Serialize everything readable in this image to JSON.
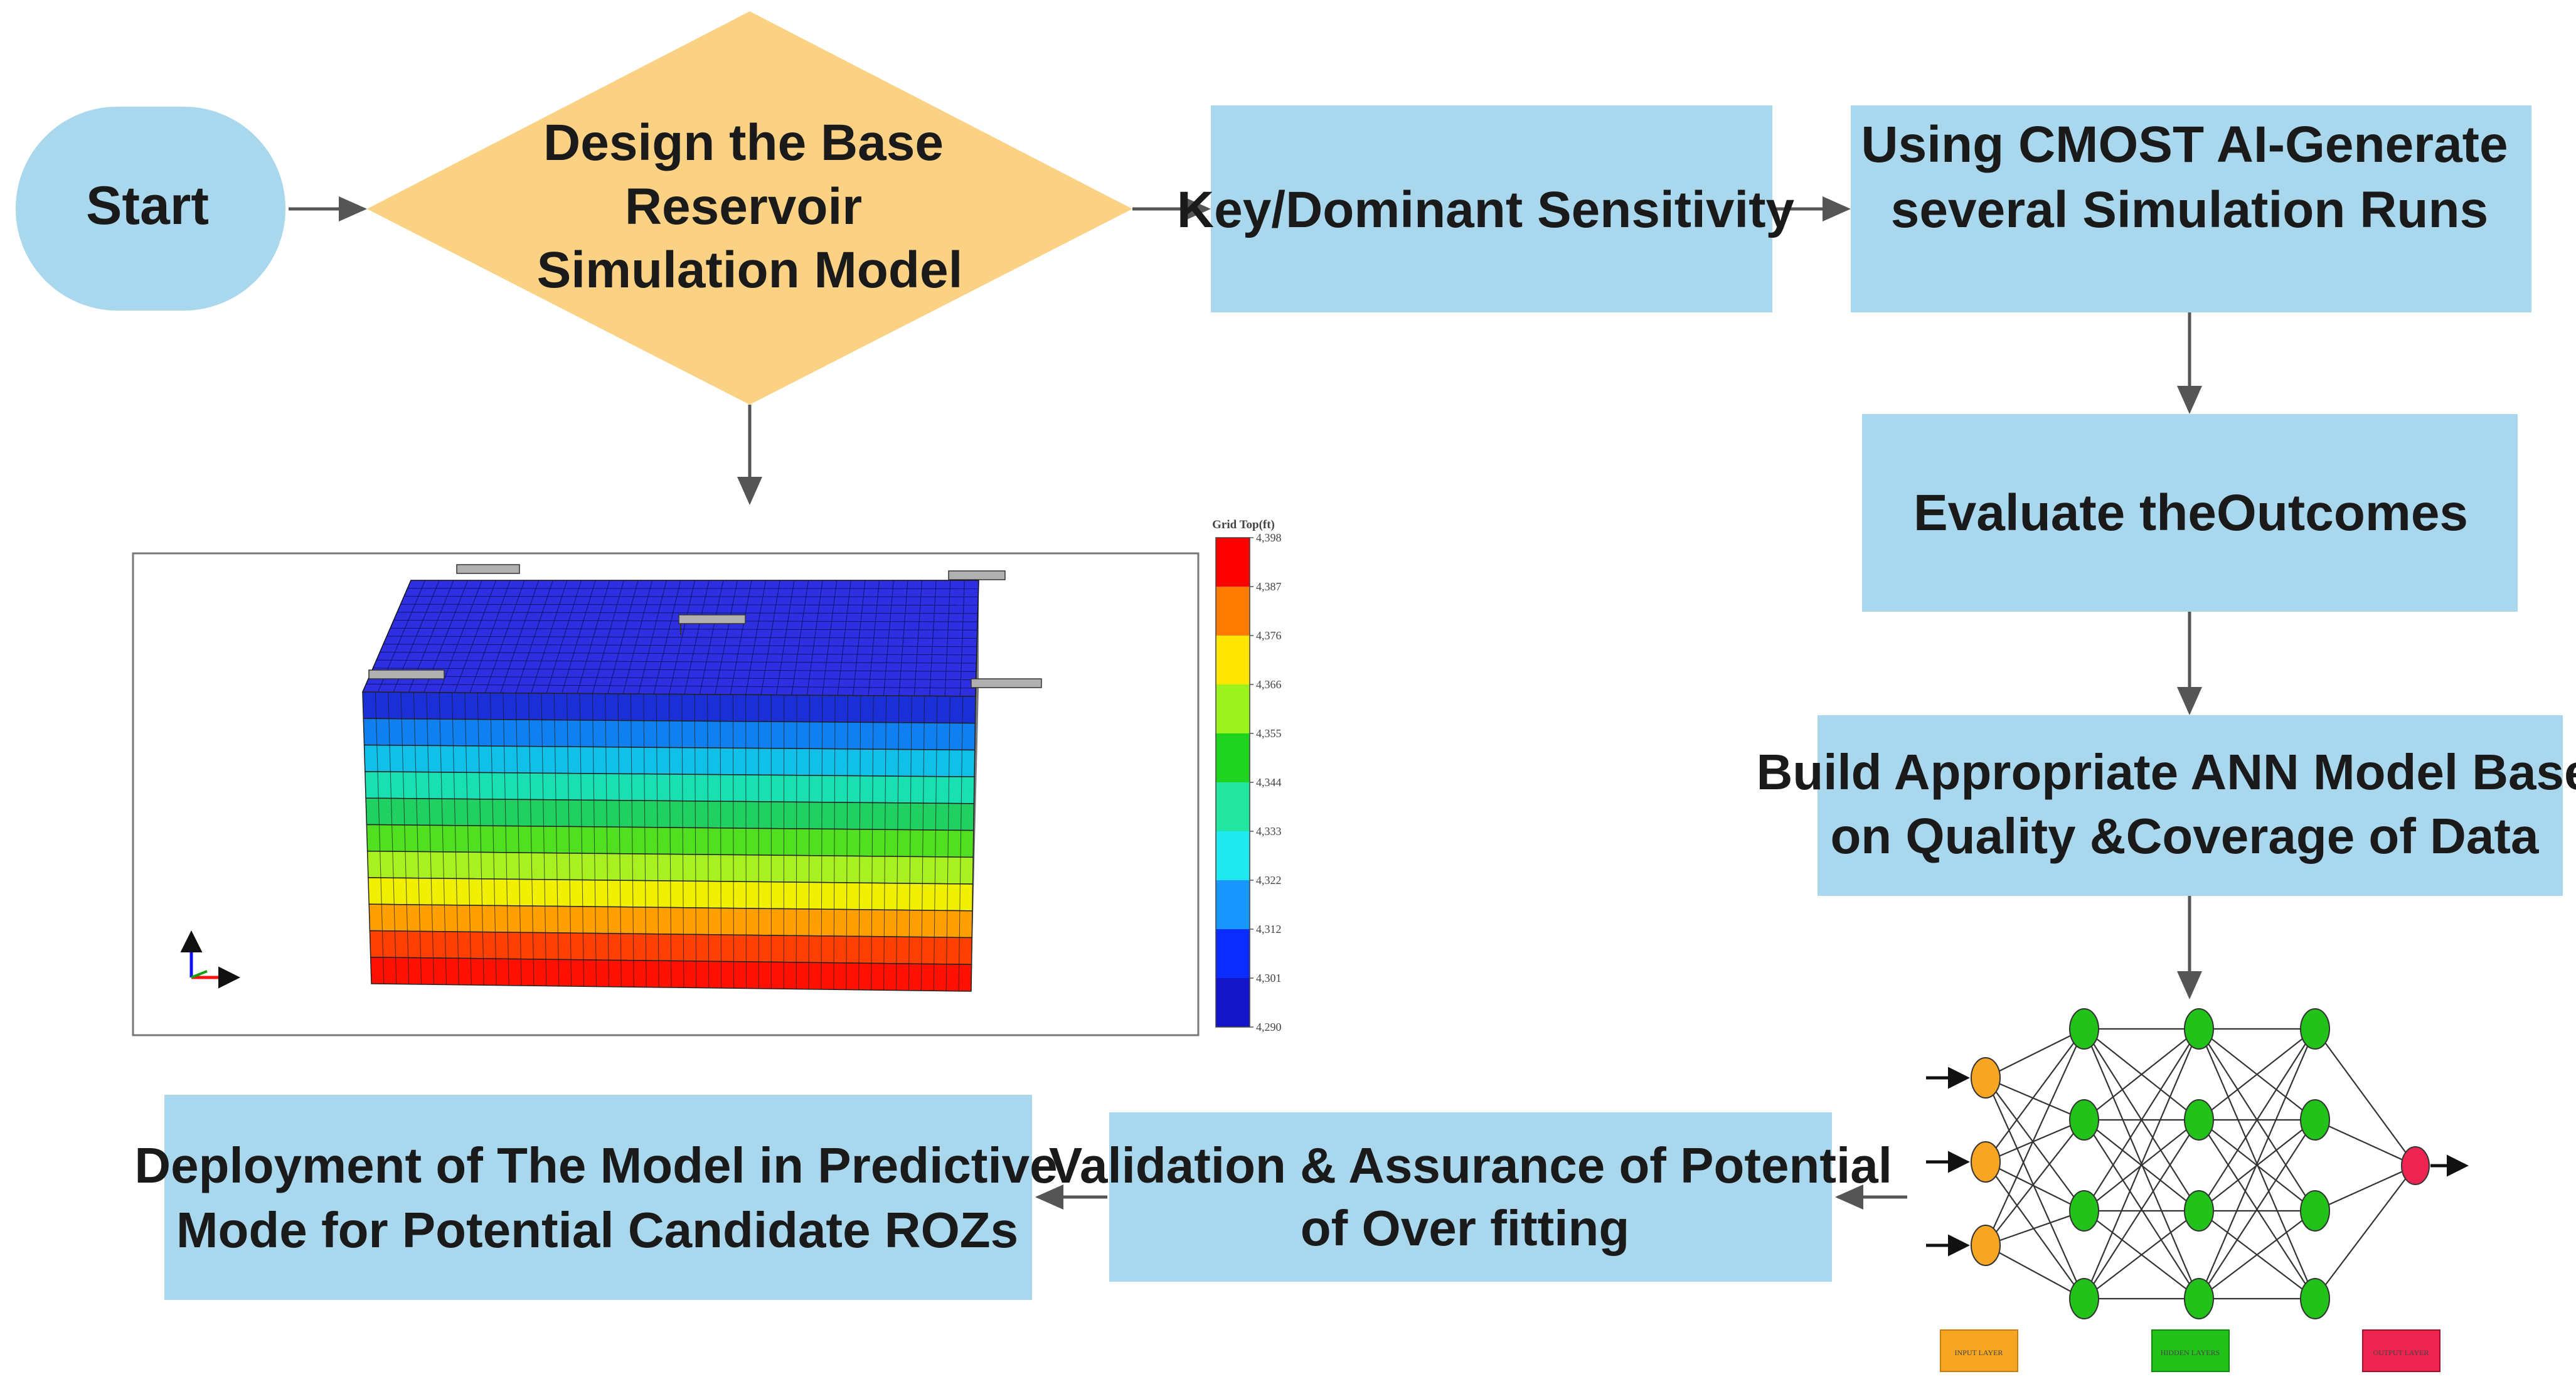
{
  "colors": {
    "box_fill": "#a9d8ee",
    "start_fill": "#a9d8ee",
    "diamond_fill": "#fbd184",
    "arrow": "#555555",
    "input_node": "#f6a623",
    "hidden_node": "#22c21a",
    "output_node": "#ee2450"
  },
  "flow": {
    "start": {
      "label": "Start"
    },
    "design": {
      "lines": [
        "Design the Base",
        "Reservoir",
        "Simulation Model"
      ]
    },
    "sensitivity": {
      "lines": [
        "Key/Dominant Sensitivity"
      ]
    },
    "cmost": {
      "lines": [
        "Using CMOST AI-Generate",
        "several Simulation Runs"
      ]
    },
    "evaluate": {
      "lines": [
        "Evaluate theOutcomes"
      ]
    },
    "build_ann": {
      "lines": [
        "Build Appropriate ANN Model Based",
        "on Quality &Coverage of Data"
      ]
    },
    "validation": {
      "lines": [
        "Validation & Assurance of Potential",
        "of Over fitting"
      ]
    },
    "deployment": {
      "lines": [
        "Deployment of The Model in Predictive",
        "Mode for Potential Candidate ROZs"
      ]
    }
  },
  "reservoir": {
    "legend_title": "Grid Top(ft)",
    "legend_ticks": [
      "4,398",
      "4,387",
      "4,376",
      "4,366",
      "4,355",
      "4,344",
      "4,333",
      "4,322",
      "4,312",
      "4,301",
      "4,290"
    ],
    "legend_colors": [
      "#ff0000",
      "#ff7a00",
      "#ffe600",
      "#9cf21c",
      "#1ed41e",
      "#22e6a0",
      "#20e8f0",
      "#1898ff",
      "#0a2cff",
      "#1414c8"
    ],
    "layer_colors": [
      "#1b2fd6",
      "#1080f0",
      "#10c0e8",
      "#18e0b0",
      "#20d060",
      "#50e020",
      "#a8f020",
      "#f0f000",
      "#ffa000",
      "#ff4000",
      "#ff1000"
    ],
    "top_color": "#2d2fe0"
  },
  "neural_net": {
    "layers": [
      3,
      4,
      4,
      4,
      1
    ],
    "legend": {
      "input": "INPUT LAYER",
      "hidden": "HIDDEN LAYERS",
      "output": "OUTPUT LAYER"
    }
  }
}
